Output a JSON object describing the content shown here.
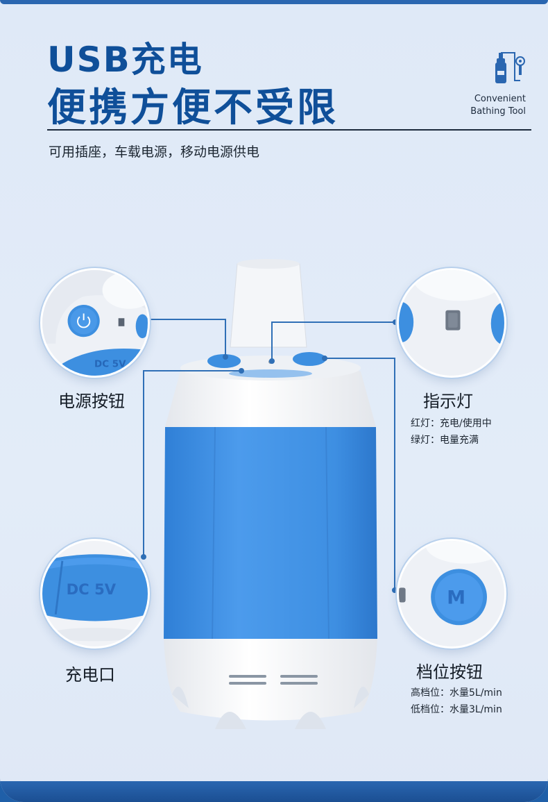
{
  "headline": {
    "line1": "USB充电",
    "line2": "便携方便不受限"
  },
  "subline": "可用插座，车载电源，移动电源供电",
  "brand": {
    "line1": "Convenient",
    "line2": "Bathing Tool",
    "icon": "bottle-shower-icon"
  },
  "features": {
    "power": {
      "label": "电源按钮"
    },
    "indicator": {
      "label": "指示灯",
      "notes": [
        "红灯：充电/使用中",
        "绿灯：电量充满"
      ]
    },
    "port": {
      "label": "充电口",
      "port_text": "DC 5V"
    },
    "mode": {
      "label": "档位按钮",
      "notes": [
        "高档位：水量5L/min",
        "低档位：水量3L/min"
      ],
      "button_text": "M"
    }
  },
  "colors": {
    "brand_blue": "#0f4f99",
    "accent_blue": "#3d8fe0",
    "line_blue": "#2f6fb6"
  }
}
